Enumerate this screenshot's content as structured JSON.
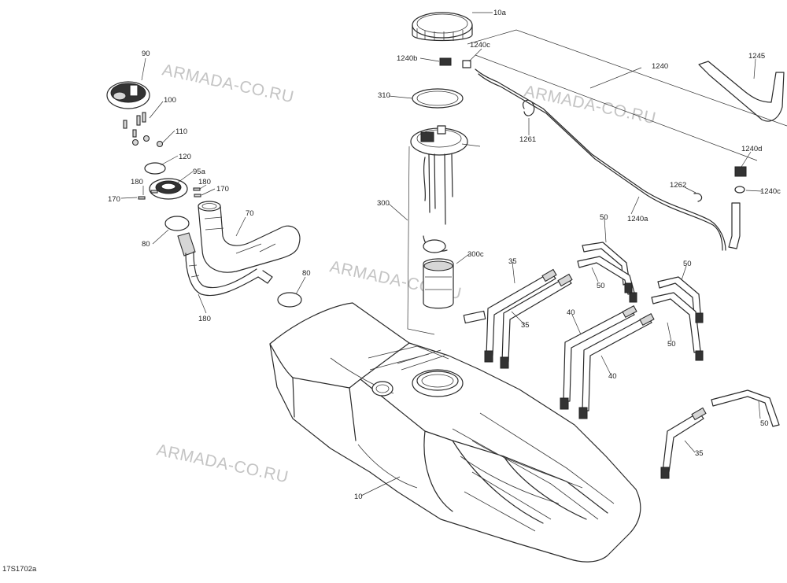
{
  "diagram": {
    "code": "17S1702a",
    "watermark": "ARMADA-CO.RU",
    "labels": {
      "l10": "10",
      "l10a": "10a",
      "l35": "35",
      "l40": "40",
      "l50": "50",
      "l70": "70",
      "l80": "80",
      "l90": "90",
      "l95a": "95a",
      "l100": "100",
      "l110": "110",
      "l120": "120",
      "l170": "170",
      "l180": "180",
      "l300": "300",
      "l300c": "300c",
      "l310": "310",
      "l1240": "1240",
      "l1240a": "1240a",
      "l1240b": "1240b",
      "l1240c": "1240c",
      "l1240d": "1240d",
      "l1245": "1245",
      "l1261": "1261",
      "l1262": "1262"
    }
  }
}
